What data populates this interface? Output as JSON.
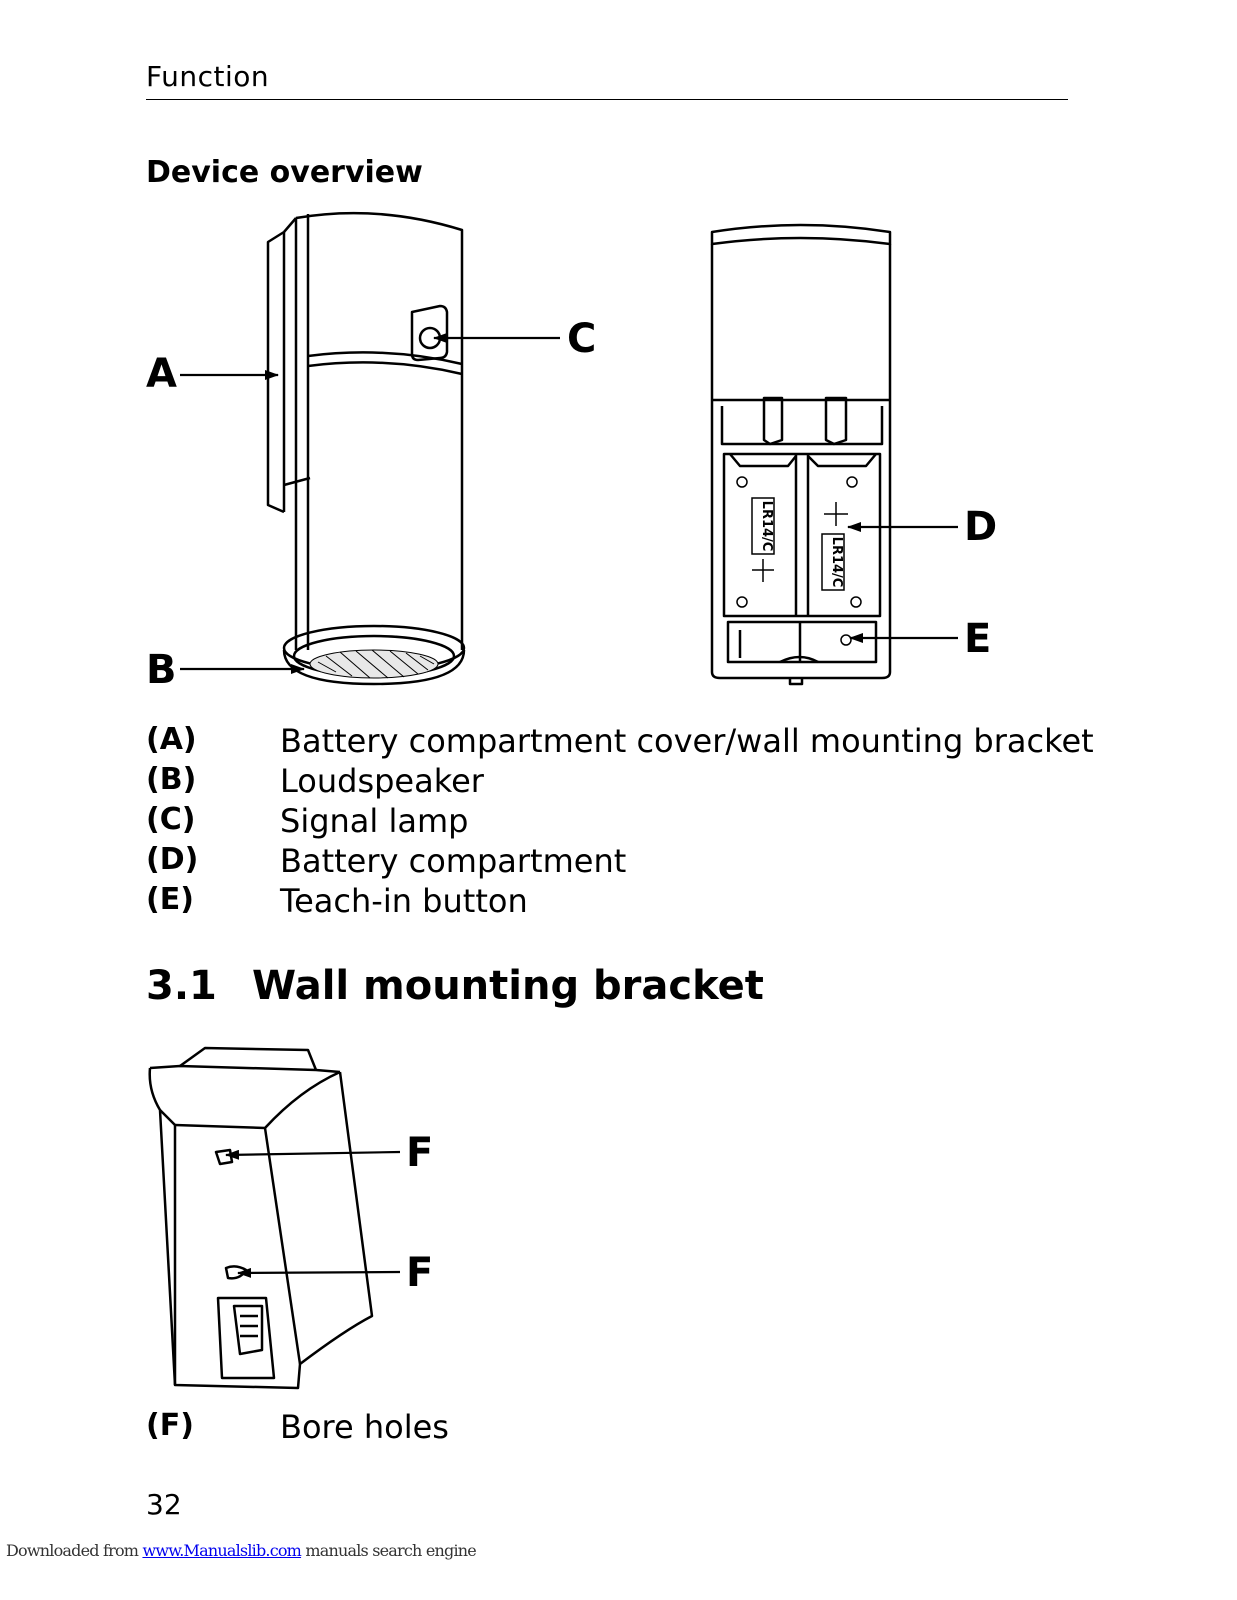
{
  "header": {
    "title": "Function"
  },
  "section": {
    "heading": "Device overview"
  },
  "figure_device": {
    "callouts": {
      "a": "A",
      "b": "B",
      "c": "C",
      "d": "D",
      "e": "E"
    },
    "battery_label": "LR14/C"
  },
  "legend": [
    {
      "key": "(A)",
      "text": "Battery compartment cover/wall mounting bracket"
    },
    {
      "key": "(B)",
      "text": "Loudspeaker"
    },
    {
      "key": "(C)",
      "text": "Signal lamp"
    },
    {
      "key": "(D)",
      "text": "Battery compartment"
    },
    {
      "key": "(E)",
      "text": "Teach-in button"
    }
  ],
  "subsection": {
    "number": "3.1",
    "title": "Wall mounting bracket"
  },
  "figure_bracket": {
    "callouts": {
      "f1": "F",
      "f2": "F"
    }
  },
  "legend_bracket": [
    {
      "key": "(F)",
      "text": "Bore holes"
    }
  ],
  "page_number": "32",
  "footer": {
    "prefix": "Downloaded from ",
    "link": "www.Manualslib.com",
    "suffix": " manuals search engine"
  }
}
